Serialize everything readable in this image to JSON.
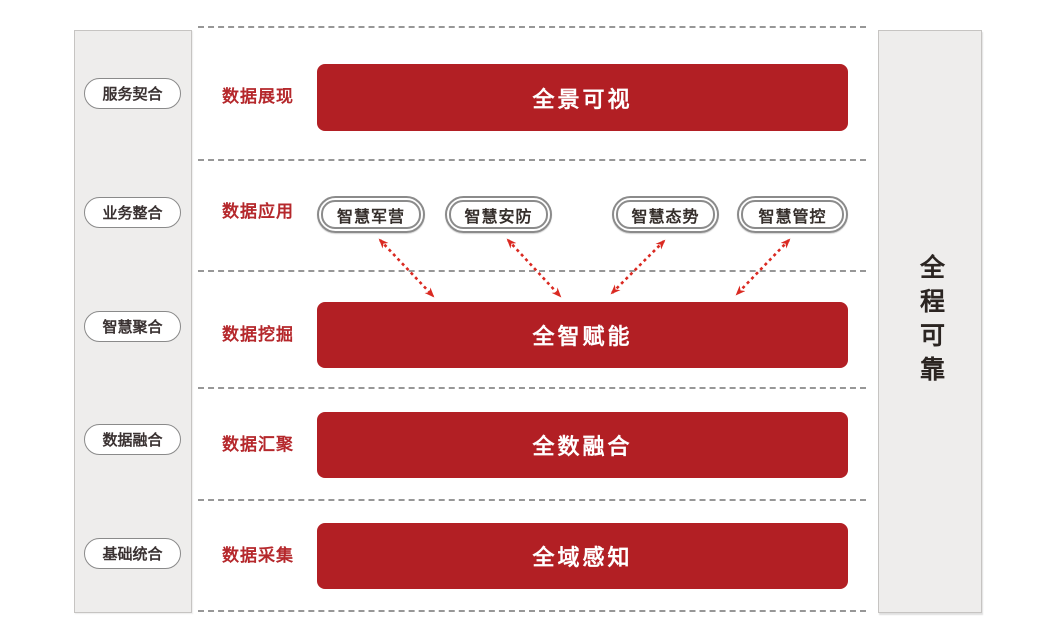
{
  "sidebar": {
    "items": [
      "服务契合",
      "业务整合",
      "智慧聚合",
      "数据融合",
      "基础统合"
    ]
  },
  "banner": {
    "title": "全程可靠"
  },
  "rows": [
    {
      "label": "数据展现",
      "bar": "全景可视"
    },
    {
      "label": "数据应用",
      "apps": [
        "智慧军营",
        "智慧安防",
        "智慧态势",
        "智慧管控"
      ]
    },
    {
      "label": "数据挖掘",
      "bar": "全智赋能"
    },
    {
      "label": "数据汇聚",
      "bar": "全数融合"
    },
    {
      "label": "数据采集",
      "bar": "全域感知"
    }
  ],
  "colors": {
    "bar_red": "#b21f24",
    "label_red": "#b5282c",
    "arrow_red": "#da2a22",
    "panel_bg": "#eeedec",
    "panel_border": "#c6c4c2"
  }
}
